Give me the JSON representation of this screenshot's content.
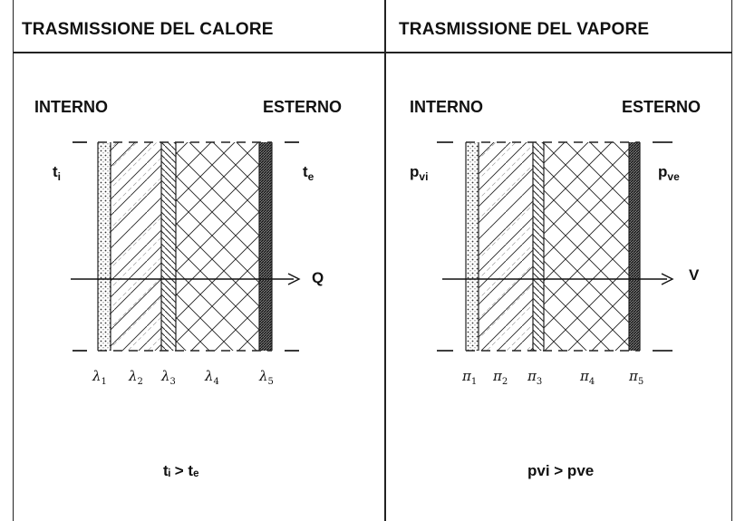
{
  "left": {
    "title": "TRASMISSIONE DEL CALORE",
    "interno": "INTERNO",
    "esterno": "ESTERNO",
    "in_sym": "t",
    "in_sub": "i",
    "out_sym": "t",
    "out_sub": "e",
    "flow": "Q",
    "layers": [
      {
        "sym": "λ",
        "sub": "1"
      },
      {
        "sym": "λ",
        "sub": "2"
      },
      {
        "sym": "λ",
        "sub": "3"
      },
      {
        "sym": "λ",
        "sub": "4"
      },
      {
        "sym": "λ",
        "sub": "5"
      }
    ],
    "condition": "tᵢ > tₑ"
  },
  "right": {
    "title": "TRASMISSIONE DEL VAPORE",
    "interno": "INTERNO",
    "esterno": "ESTERNO",
    "in_sym": "p",
    "in_sub": "vi",
    "out_sym": "p",
    "out_sub": "ve",
    "flow": "V",
    "layers": [
      {
        "sym": "π",
        "sub": "1"
      },
      {
        "sym": "π",
        "sub": "2"
      },
      {
        "sym": "π",
        "sub": "3"
      },
      {
        "sym": "π",
        "sub": "4"
      },
      {
        "sym": "π",
        "sub": "5"
      }
    ],
    "condition": "pvi > pve"
  }
}
